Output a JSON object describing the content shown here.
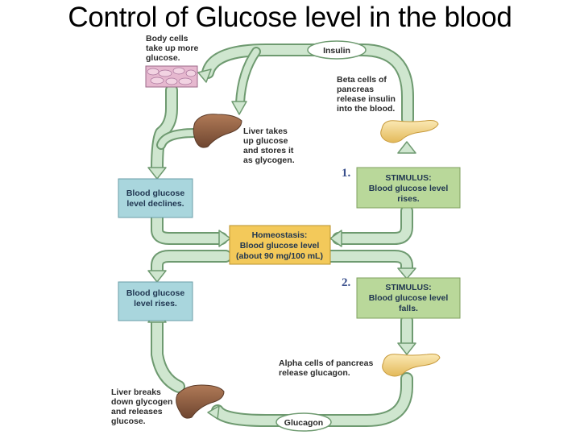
{
  "title": "Control of Glucose level in the blood",
  "labels": {
    "body_cells": [
      "Body cells",
      "take up more",
      "glucose."
    ],
    "insulin": "Insulin",
    "beta_cells": [
      "Beta cells of",
      "pancreas",
      "release insulin",
      "into the blood."
    ],
    "liver_stores": [
      "Liver takes",
      "up glucose",
      "and stores it",
      "as glycogen."
    ],
    "step1": "1.",
    "stimulus_rises": [
      "STIMULUS:",
      "Blood glucose level",
      "rises."
    ],
    "declines": [
      "Blood glucose",
      "level declines."
    ],
    "homeostasis": [
      "Homeostasis:",
      "Blood glucose level",
      "(about 90 mg/100 mL)"
    ],
    "step2": "2.",
    "stimulus_falls": [
      "STIMULUS:",
      "Blood glucose level",
      "falls."
    ],
    "rises": [
      "Blood glucose",
      "level rises."
    ],
    "alpha_cells": [
      "Alpha cells of pancreas",
      "release glucagon."
    ],
    "liver_breaks": [
      "Liver breaks",
      "down glycogen",
      "and releases",
      "glucose."
    ],
    "glucagon": "Glucagon"
  },
  "colors": {
    "arrow_fill": "#cfe6cf",
    "arrow_stroke": "#6e9a70",
    "blue_box": "#a9d6dd",
    "green_box": "#b9d89a",
    "homeostasis_box": "#f3c95a",
    "liver": "#8a5a3e",
    "pancreas": "#f1d487",
    "cells": "#e6b8cf"
  }
}
